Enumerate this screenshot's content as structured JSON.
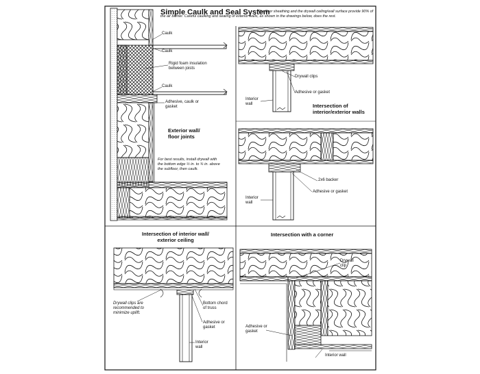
{
  "header": {
    "title": "Simple Caulk and Seal System",
    "description": "The floor sheathing and the drywall ceiling/wall surface provide 90% of the air barrier. Careful caulking and sealing of exterior walls, as shown in the drawings below, does the rest."
  },
  "panel_floor": {
    "heading": "Exterior wall/ floor joints",
    "label_caulk_1": "Caulk",
    "label_caulk_2": "Caulk",
    "label_foam": "Rigid foam insulation between joists",
    "label_caulk_3": "Caulk",
    "label_adhesive": "Adhesive, caulk or gasket",
    "note": "For best results, install drywall with the bottom edge ½ in. to ¾ in. above the subfloor, then caulk."
  },
  "panel_ie_top": {
    "label_clips": "Drywall clips",
    "label_adhesive": "Adhesive or gasket",
    "label_interior": "Interior wall",
    "heading": "Intersection of interior/exterior walls"
  },
  "panel_ie_bottom": {
    "label_backer": "2x6 backer",
    "label_adhesive": "Adhesive or gasket",
    "label_interior": "Interior wall"
  },
  "panel_ceiling": {
    "heading": "Intersection of interior wall/ exterior ceiling",
    "label_clips_note": "Drywall clips are recommended to minimize uplift.",
    "label_chord": "Bottom chord of truss",
    "label_adhesive": "Adhesive or gasket",
    "label_interior": "Interior wall"
  },
  "panel_corner": {
    "heading": "Intersection with a corner",
    "label_clip": "Drywall clip",
    "label_adhesive": "Adhesive or gasket",
    "label_interior": "Interior wall"
  }
}
